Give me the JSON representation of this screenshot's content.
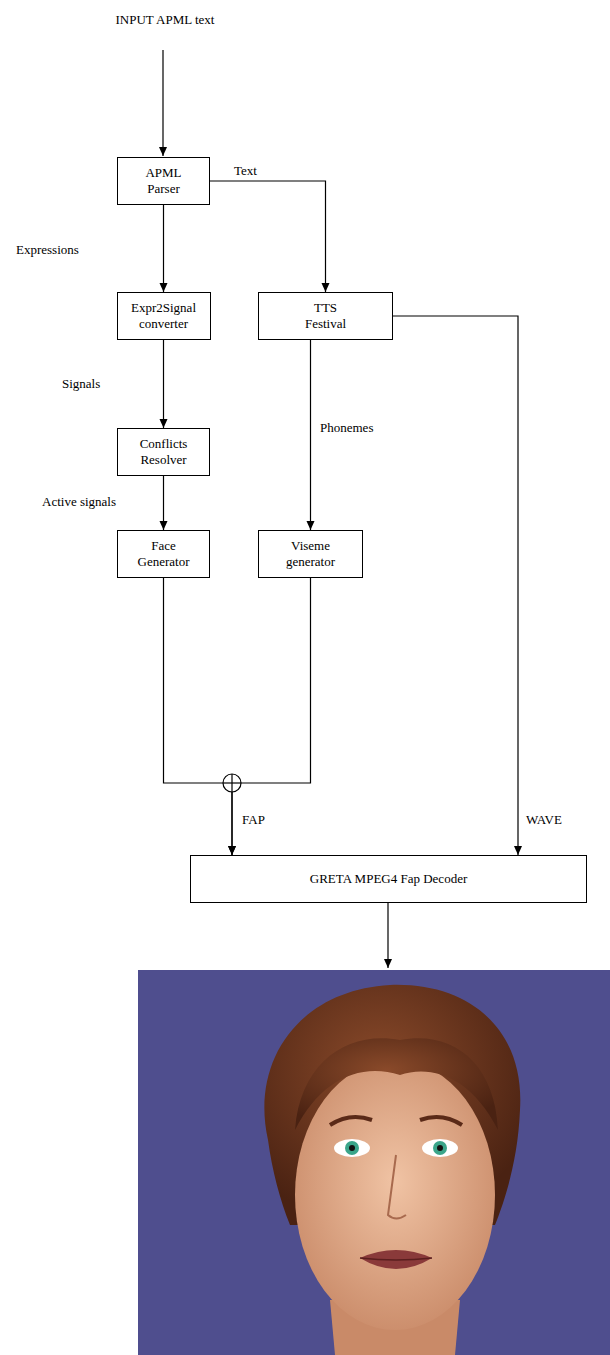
{
  "diagram": {
    "nodes": [
      {
        "text": [
          "APML Parser"
        ]
      },
      {
        "text": [
          "Expr2Signal converter"
        ]
      },
      {
        "text": [
          "TTS Festival"
        ]
      },
      {
        "text": [
          "Conflicts Resolver"
        ]
      },
      {
        "text": [
          "Face Generator"
        ]
      },
      {
        "text": [
          "Viseme generator"
        ]
      },
      {
        "text": [
          "GRETA MPEG4 Fap Decoder"
        ]
      }
    ],
    "edges": [
      {
        "from": 0,
        "to": 1,
        "label": "Expressions",
        "arrow": "to"
      },
      {
        "from": 0,
        "to": 2,
        "label": "Text",
        "arrow": "to"
      },
      {
        "from": 1,
        "to": 3,
        "label": "Signals",
        "arrow": "to"
      },
      {
        "from": 2,
        "to": 5,
        "label": "Phonemes",
        "arrow": "to"
      },
      {
        "from": 3,
        "to": 4,
        "label": "Active signals",
        "arrow": "to"
      },
      {
        "from": 4,
        "to": 6,
        "label": "FAP",
        "arrow": "to"
      },
      {
        "from": 5,
        "to": 6,
        "arrow": "to"
      },
      {
        "from": 2,
        "to": 6,
        "label": "WAVE",
        "arrow": "to"
      }
    ],
    "labels": [
      "INPUT APML text"
    ]
  }
}
